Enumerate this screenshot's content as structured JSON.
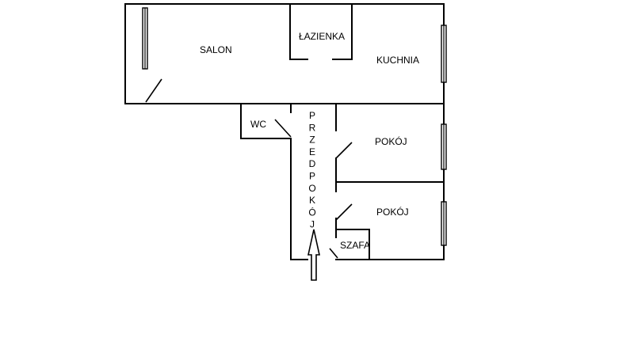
{
  "rooms": {
    "salon": "SALON",
    "lazienka": "ŁAZIENKA",
    "kuchnia": "KUCHNIA",
    "wc": "WC",
    "pokoj_upper": "POKÓJ",
    "pokoj_lower": "POKÓJ",
    "szafa": "SZAFA"
  },
  "hallway_letters": [
    "P",
    "R",
    "Z",
    "E",
    "D",
    "P",
    "O",
    "K",
    "Ó",
    "J"
  ],
  "icons": {
    "entrance": "entrance-arrow-icon",
    "window": "window-icon",
    "door": "door-swing-icon"
  }
}
